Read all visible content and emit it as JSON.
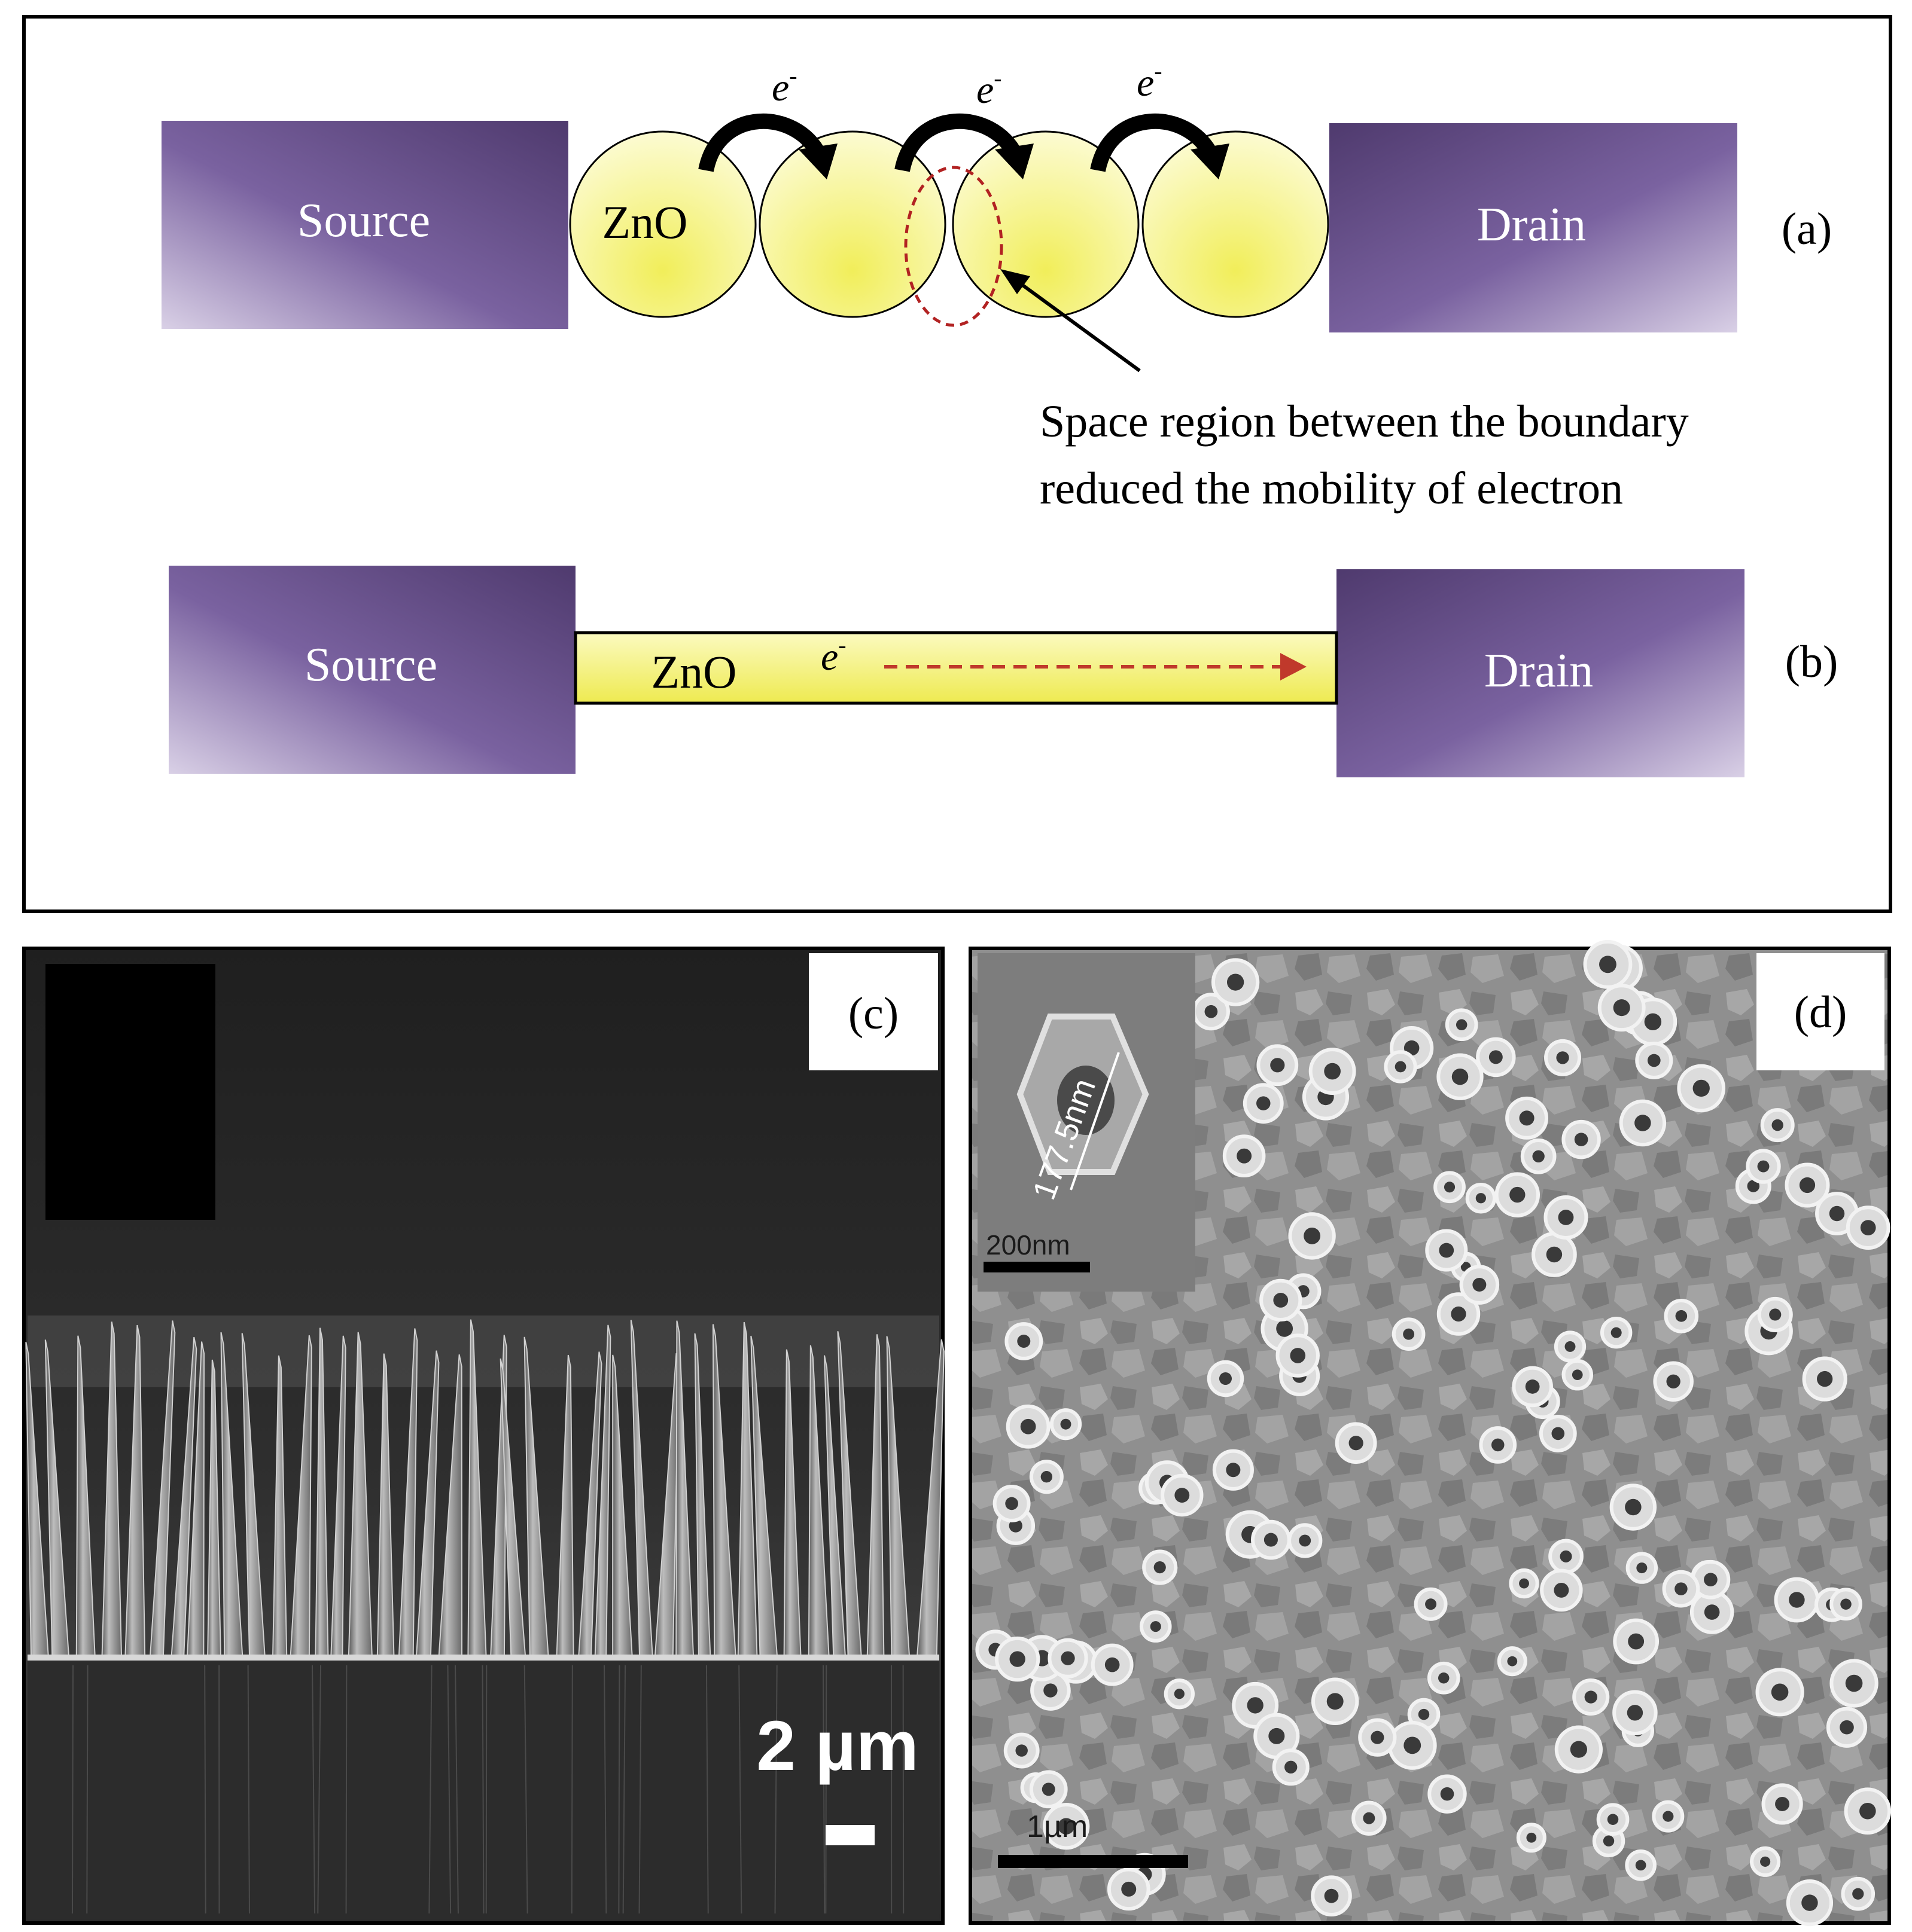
{
  "panel_a": {
    "label": "(a)",
    "source": "Source",
    "drain": "Drain",
    "grain_label": "ZnO",
    "electron": "e",
    "electron_sup": "-",
    "annotation_line1": "Space region between the boundary",
    "annotation_line2": "reduced the mobility of electron"
  },
  "panel_b": {
    "label": "(b)",
    "source": "Source",
    "drain": "Drain",
    "wire_label": "ZnO",
    "electron": "e",
    "electron_sup": "-"
  },
  "panel_c": {
    "label": "(c)",
    "scale_bar": "2 µm"
  },
  "panel_d": {
    "label": "(d)",
    "inset_measure": "177.5nm",
    "inset_scale": "200nm",
    "scale_bar": "1µm"
  },
  "colors": {
    "electrode_dark": "#4f3a6e",
    "electrode_mid": "#7a62a0",
    "electrode_light": "#d6cde4",
    "zno_yellow": "#f4f170",
    "zno_light": "#fbfac6",
    "boundary_dash": "#b22222",
    "sem_c_bg": "#262626",
    "sem_d_bg": "#8c8c8c"
  }
}
